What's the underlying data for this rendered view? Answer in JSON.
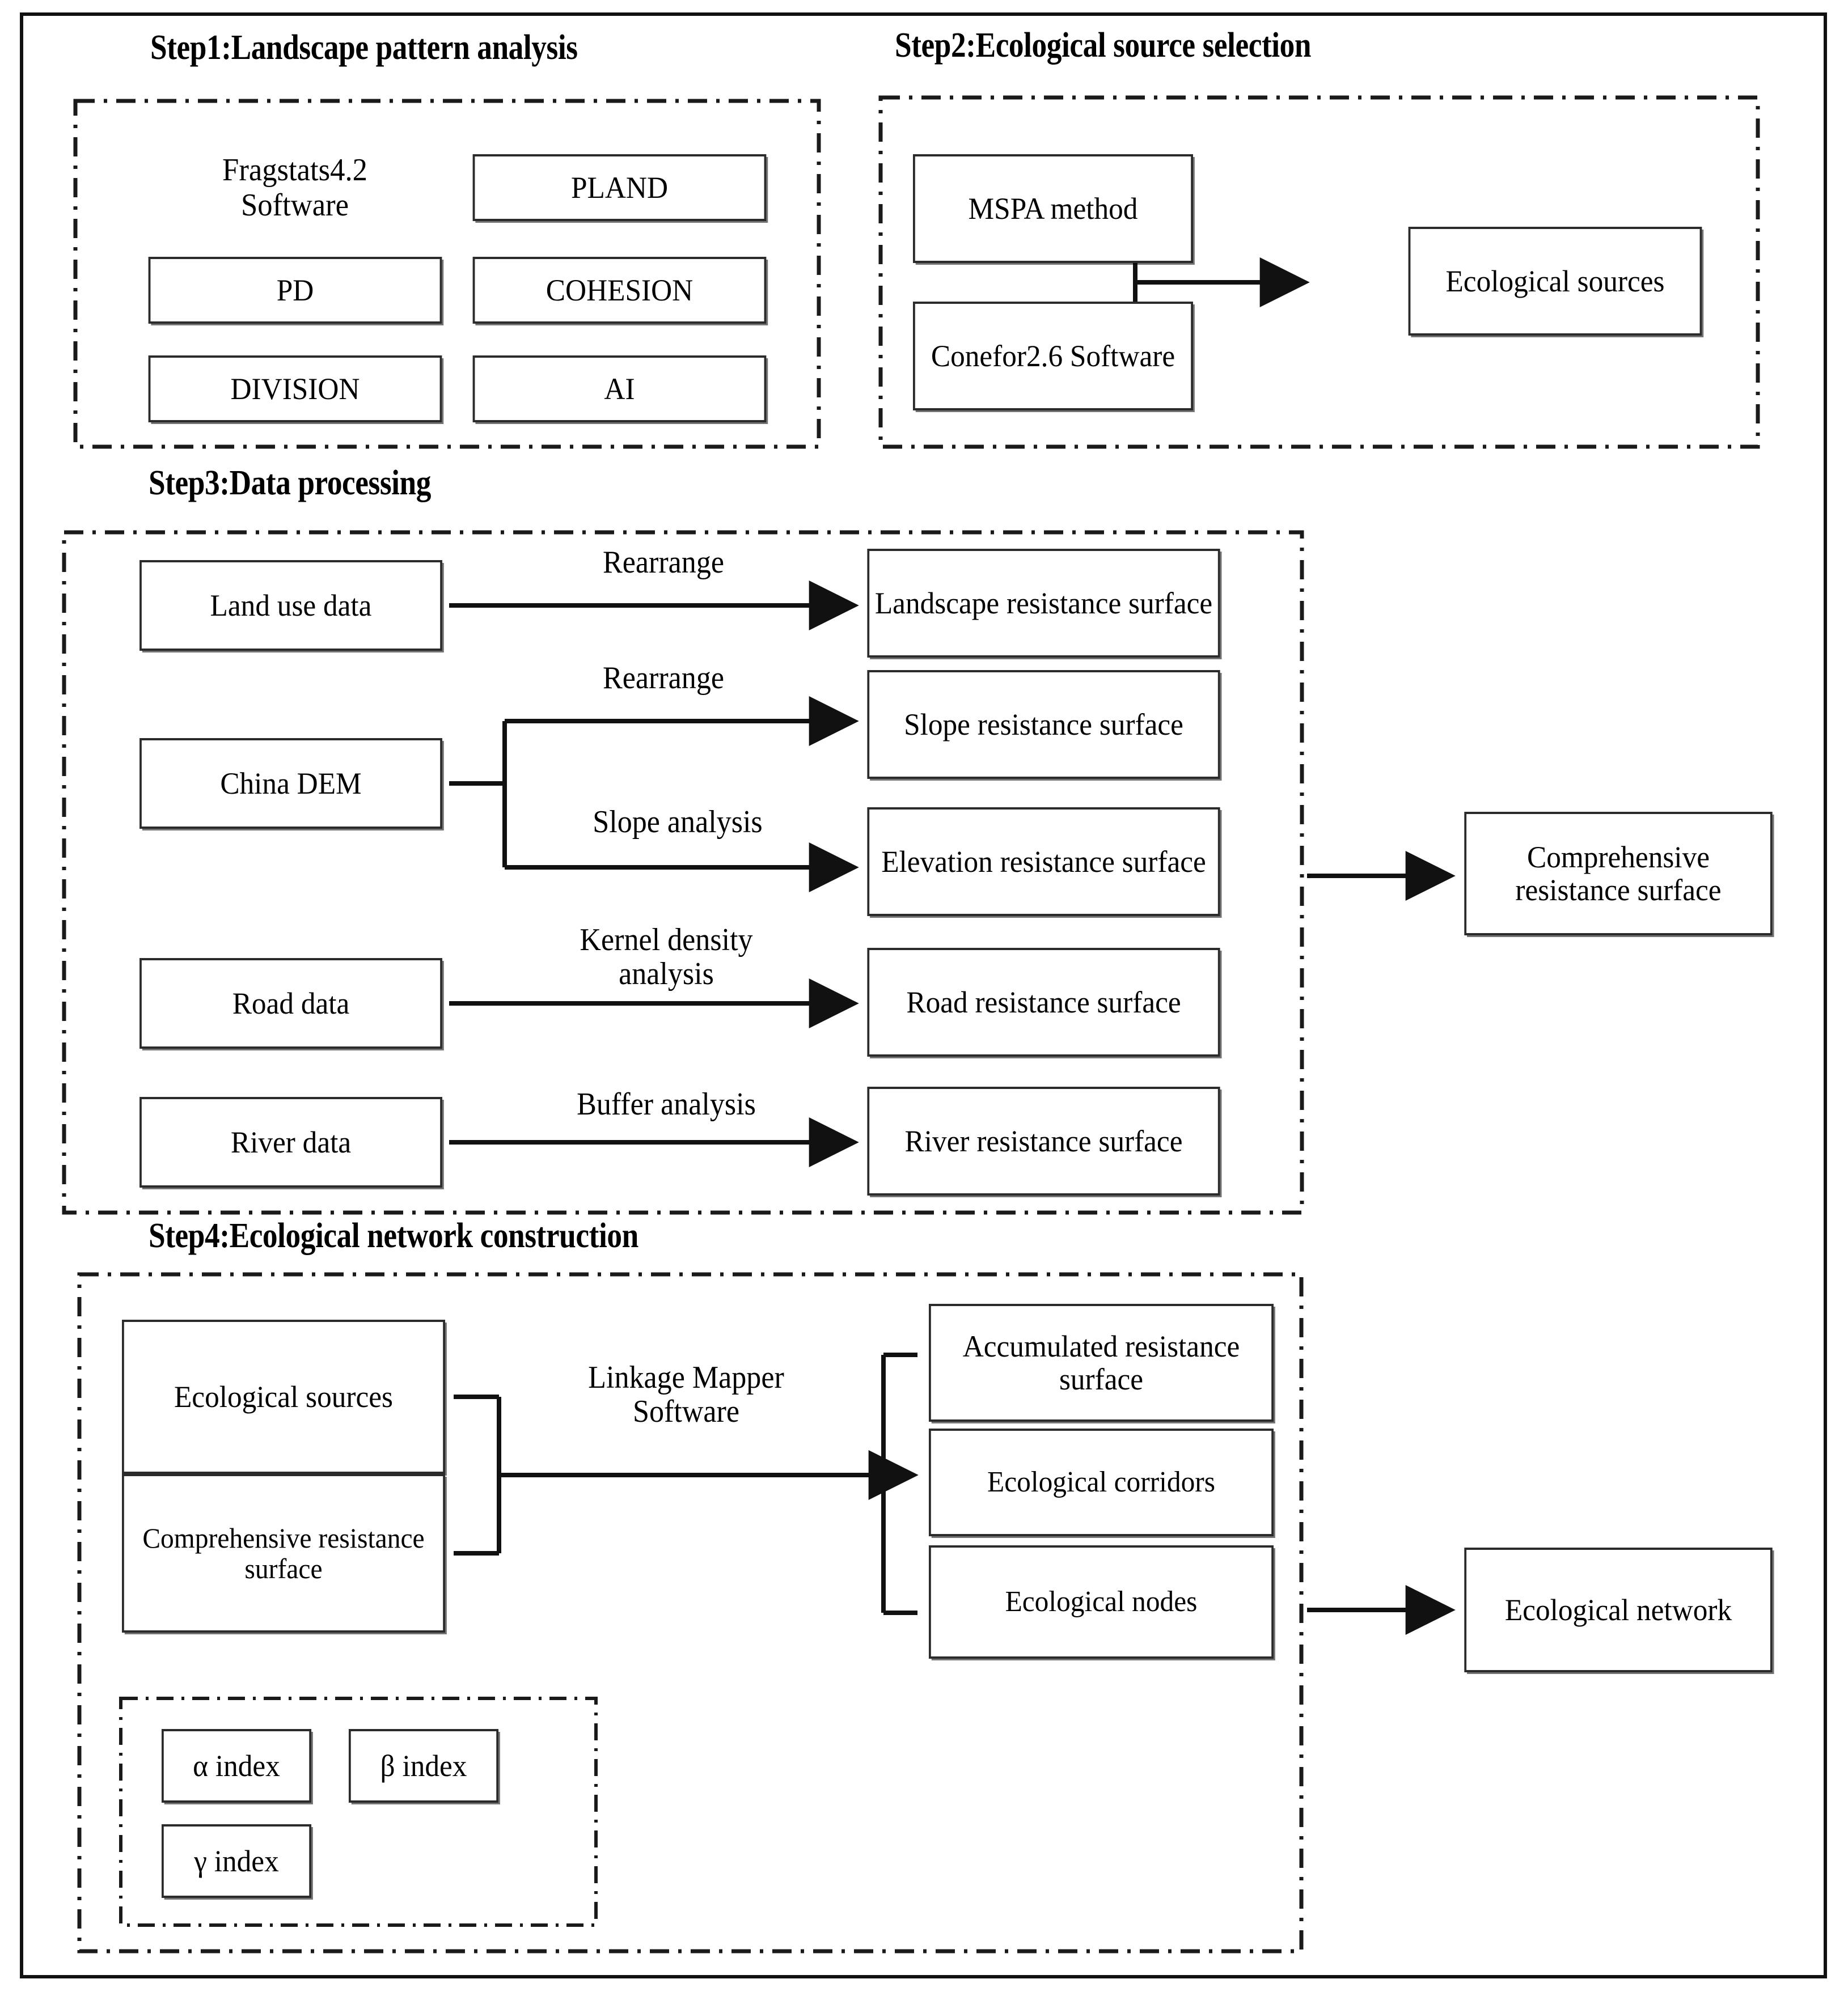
{
  "diagram": {
    "title_font_color": "#000000",
    "line_color": "#1a1a1a",
    "box_fill": "#ffffff"
  },
  "steps": [
    {
      "id": "step1",
      "title": "Step1:Landscape pattern analysis",
      "software_label": "Fragstats4.2\nSoftware",
      "metrics": [
        "PLAND",
        "PD",
        "COHESION",
        "DIVISION",
        "AI"
      ]
    },
    {
      "id": "step2",
      "title": "Step2:Ecological source selection",
      "inputs": [
        "MSPA method",
        "Conefor2.6\nSoftware"
      ],
      "output": "Ecological\nsources"
    },
    {
      "id": "step3",
      "title": "Step3:Data processing",
      "rows": [
        {
          "source": "Land use data",
          "process": "Rearrange",
          "result": "Landscape\nresistance surface"
        },
        {
          "source": "China DEM",
          "process": "Rearrange",
          "result": "Slope resistance\nsurface"
        },
        {
          "source": "China DEM",
          "process": "Slope analysis",
          "result": "Elevation resistance\nsurface"
        },
        {
          "source": "Road data",
          "process": "Kernel density\nanalysis",
          "result": "Road resistance\nsurface"
        },
        {
          "source": "River data",
          "process": "Buffer analysis",
          "result": "River resistance\nsurface"
        }
      ],
      "output": "Comprehensive\nresistance surface"
    },
    {
      "id": "step4",
      "title": "Step4:Ecological network construction",
      "inputs": [
        "Ecological\nsources",
        "Comprehensive\nresistance  surface"
      ],
      "process": "Linkage Mapper\nSoftware",
      "outputs": [
        "Accumulated\nresistance  surface",
        "Ecological corridors",
        "Ecological  nodes"
      ],
      "indices": [
        "α index",
        "β index",
        "γ index"
      ],
      "final_output": "Ecological\nnetwork"
    }
  ]
}
